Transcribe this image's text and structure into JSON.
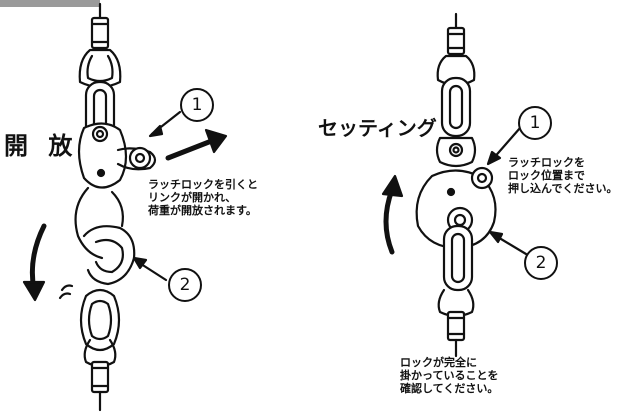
{
  "left_panel": {
    "title": "開 放",
    "callout_1": "1",
    "callout_2": "2",
    "note_lines": [
      "ラッチロックを引くと",
      "リンクが開かれ、",
      "荷重が開放されます。"
    ]
  },
  "right_panel": {
    "title": "セッティング",
    "callout_1": "1",
    "callout_2": "2",
    "note_top_lines": [
      "ラッチロックを",
      "ロック位置まで",
      "押し込んでください。"
    ],
    "note_bottom_lines": [
      "ロックが完全に",
      "掛かっていることを",
      "確認してください。"
    ]
  }
}
